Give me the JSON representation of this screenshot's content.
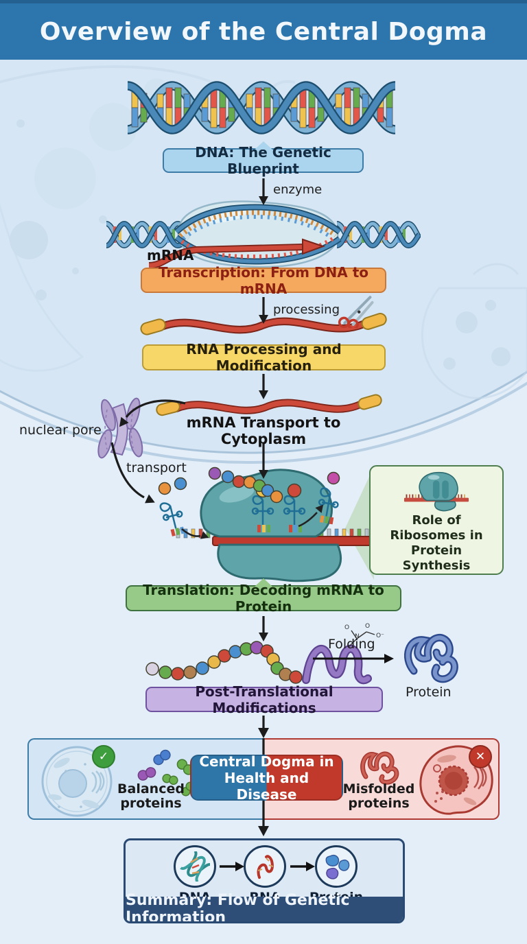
{
  "header": {
    "title": "Overview of the Central Dogma"
  },
  "labels": {
    "dna": "DNA: The Genetic Blueprint",
    "enzyme": "enzyme",
    "mrna": "mRNA",
    "transcription": "Transcription: From DNA to mRNA",
    "processing": "processing",
    "rna_processing": "RNA Processing and Modification",
    "transport_title": "mRNA Transport to Cytoplasm",
    "nuclear_pore": "nuclear pore",
    "transport": "transport",
    "ribosome_callout": "Role of Ribosomes in Protein Synthesis",
    "translation": "Translation: Decoding mRNA to Protein",
    "folding": "Folding",
    "protein": "Protein",
    "ptm": "Post-Translational Modifications",
    "health_disease": "Central Dogma in Health and Disease",
    "balanced": "Balanced proteins",
    "misfolded": "Misfolded proteins",
    "summary": "Summary: Flow of Genetic Information"
  },
  "chem": {
    "o1": "O",
    "n": "N",
    "o2": "O",
    "o3": "O⁻"
  },
  "summary_flow": {
    "items": [
      "DNA",
      "RNA",
      "Protein"
    ]
  },
  "colors": {
    "bg": "#e3eef8",
    "nucleus": "#d7e6f4",
    "header_bg": "#2d76ad",
    "header_text": "#f2f7fb",
    "dna_box_bg": "#abd4ee",
    "dna_box_border": "#3e7ca8",
    "dna_box_text": "#132c42",
    "transcription_bg": "#f5a95f",
    "transcription_border": "#c8793a",
    "transcription_text": "#8b2013",
    "rna_bg": "#f7d768",
    "rna_border": "#bb9c34",
    "rna_text": "#26200e",
    "translation_bg": "#97c989",
    "translation_border": "#3f7240",
    "translation_text": "#14300f",
    "ptm_bg": "#c6b2e3",
    "ptm_border": "#6e52a0",
    "ptm_text": "#221638",
    "callout_bg": "#eef5e2",
    "callout_border": "#4e7d4e",
    "callout_text": "#1f2d1a",
    "health_blue": "#2e75a8",
    "disease_red": "#c0392b",
    "panel_blue_bg": "#d4e6f5",
    "panel_blue_border": "#3e7ca8",
    "panel_red_bg": "#f8dbd9",
    "panel_red_border": "#b03a34",
    "summary_bg": "#dce9f5",
    "summary_bar_bg": "#2e4e78",
    "summary_border": "#2a4a73",
    "check_green": "#3e9e3e",
    "mrna_red": "#cd4a3a"
  }
}
